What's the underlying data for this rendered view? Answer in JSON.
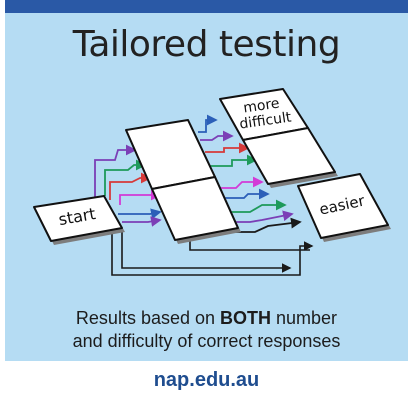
{
  "title": "Tailored testing",
  "tiles": {
    "start": "start",
    "more_difficult_line1": "more",
    "more_difficult_line2": "difficult",
    "easier": "easier"
  },
  "caption": {
    "line1_prefix": "Results based on ",
    "line1_bold": "BOTH",
    "line1_suffix": " number",
    "line2": "and difficulty of correct responses"
  },
  "footer": "nap.edu.au",
  "colors": {
    "header_stripe": "#2a59a6",
    "panel_bg": "#b5dcf3",
    "footer_text": "#1f4d8f",
    "arrow_purple": "#7b3fb6",
    "arrow_green": "#1e9a5a",
    "arrow_magenta": "#d23ad6",
    "arrow_blue": "#2b5fb8",
    "arrow_red": "#d63a3a",
    "arrow_black": "#1a1a1a"
  }
}
